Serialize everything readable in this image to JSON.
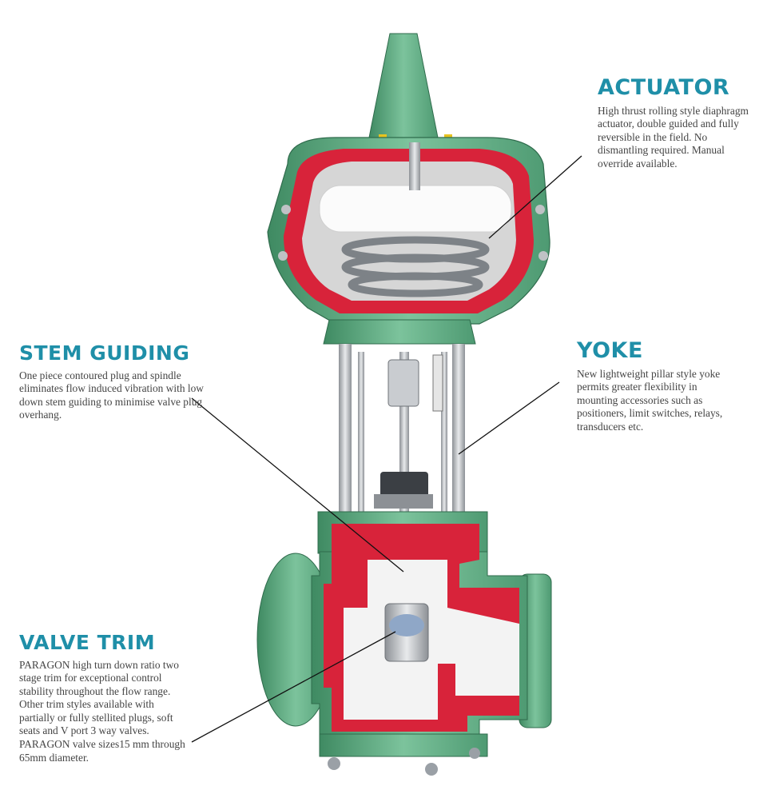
{
  "callouts": {
    "actuator": {
      "title": "ACTUATOR",
      "text": "High thrust rolling style diaphragm actuator, double guided and fully reversible in the field. No dismantling required. Manual override available."
    },
    "stem_guiding": {
      "title": "STEM GUIDING",
      "text": "One piece contoured plug and spindle eliminates flow induced vibration with low down stem guiding to minimise valve plug overhang."
    },
    "yoke": {
      "title": "YOKE",
      "text": "New lightweight pillar style yoke permits greater flexibility in mounting accessories such as positioners, limit switches, relays, transducers etc."
    },
    "valve_trim": {
      "title": "VALVE TRIM",
      "text": "PARAGON high turn down ratio two stage trim for exceptional control stability throughout the flow range. Other trim styles available with partially or fully stellited plugs, soft seats and V port 3 way valves. PARAGON valve sizes15 mm through 65mm diameter."
    }
  },
  "colors": {
    "body_green": "#5fae83",
    "cutaway_red": "#d8233a",
    "interior_white": "#f3f3f3",
    "steel": "#b9bcc0",
    "title_blue": "#1f8fa8"
  }
}
